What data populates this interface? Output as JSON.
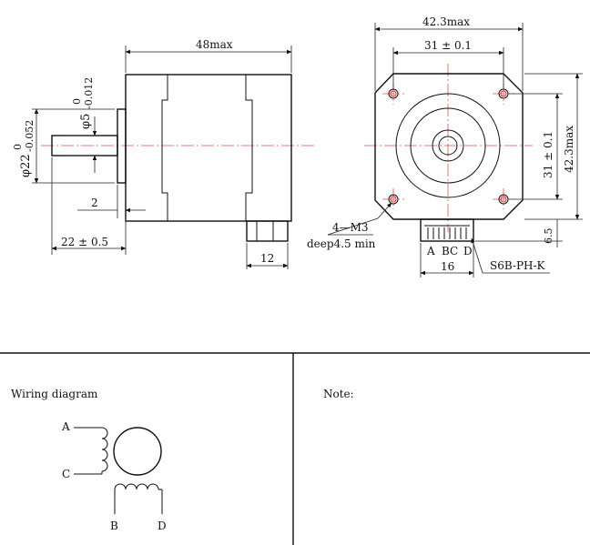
{
  "side_view": {
    "length_label": "48max",
    "shaft_dia_label": "φ5",
    "shaft_tol_upper": "0",
    "shaft_tol_lower": "-0.012",
    "boss_dia_label": "φ22",
    "boss_tol_upper": "0",
    "boss_tol_lower": "-0.052",
    "boss_thickness_label": "2",
    "shaft_length_label": "22 ± 0.5",
    "connector_width_label": "12"
  },
  "front_view": {
    "overall_width_label": "42.3max",
    "hole_spacing_h_label": "31 ± 0.1",
    "hole_spacing_v_label": "31 ± 0.1",
    "overall_height_label": "42.3max",
    "connector_height_label": "6.5",
    "mount_holes_label": "4—M3",
    "mount_depth_label": "deep4.5 min",
    "pin_a_label": "A",
    "pin_bc_label": "BC",
    "pin_d_label": "D",
    "connector_pitch_label": "16",
    "connector_part_label": "S6B-PH-K"
  },
  "wiring": {
    "title": "Wiring diagram",
    "label_a": "A",
    "label_c": "C",
    "label_b": "B",
    "label_d": "D"
  },
  "note": {
    "title": "Note:"
  }
}
